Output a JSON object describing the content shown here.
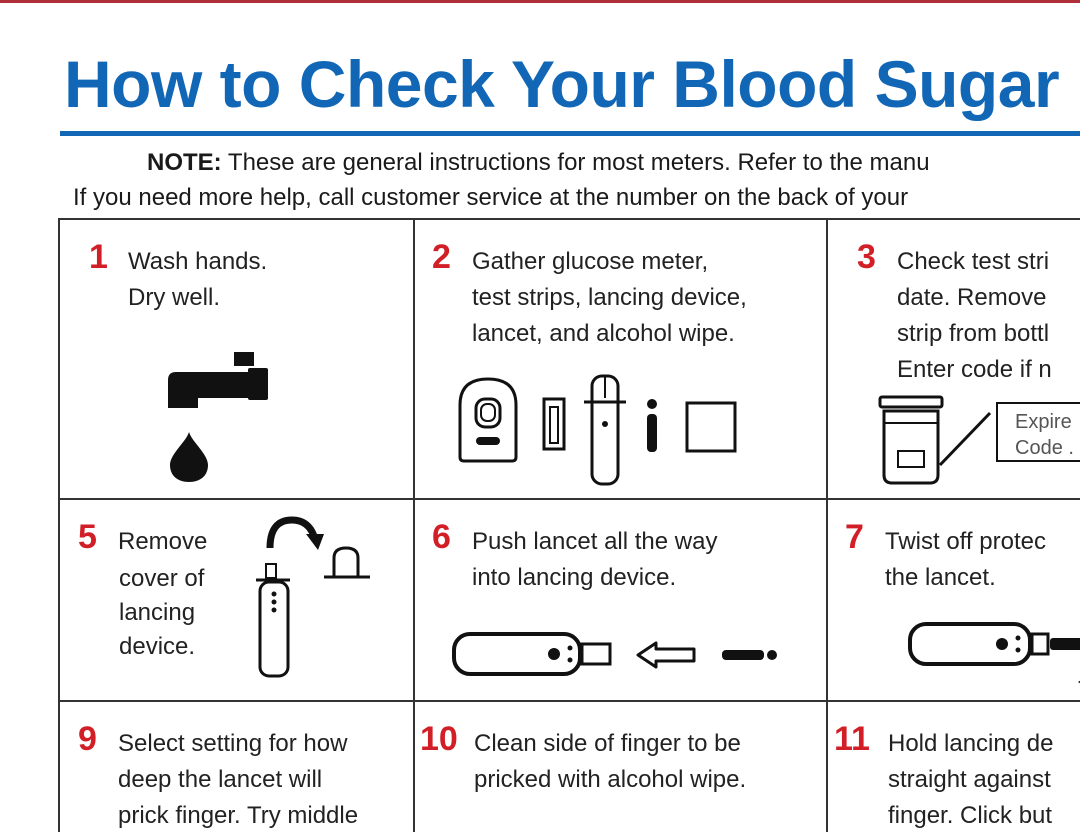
{
  "title": "How to Check Your Blood Sugar",
  "note": {
    "label": "NOTE:",
    "line1_rest": " These are general instructions for most meters. Refer to the manu",
    "line2": "If you need more help, call customer service at the number on the back of your"
  },
  "steps": [
    {
      "num": "1",
      "lines": [
        "Wash hands.",
        "Dry well."
      ]
    },
    {
      "num": "2",
      "lines": [
        "Gather glucose meter,",
        "test strips, lancing device,",
        "lancet, and alcohol wipe."
      ]
    },
    {
      "num": "3",
      "lines": [
        "Check test stri",
        "date. Remove",
        "strip from bottl",
        "Enter code if n"
      ]
    },
    {
      "num": "5",
      "lines": [
        "Remove",
        "cover of",
        "lancing",
        "device."
      ]
    },
    {
      "num": "6",
      "lines": [
        "Push lancet all the way",
        "into lancing device."
      ]
    },
    {
      "num": "7",
      "lines": [
        "Twist off protec",
        "the lancet."
      ]
    },
    {
      "num": "9",
      "lines": [
        "Select setting for how",
        "deep the lancet will",
        "prick finger. Try middle"
      ]
    },
    {
      "num": "10",
      "lines": [
        "Clean side of finger to be",
        "pricked with alcohol wipe."
      ]
    },
    {
      "num": "11",
      "lines": [
        "Hold lancing de",
        "straight against",
        "finger. Click but"
      ]
    }
  ],
  "bottle_label": {
    "line1": "Expire",
    "line2": "Code ."
  },
  "icons": [
    "faucet-icon",
    "water-drop-icon",
    "glucose-meter-icon",
    "test-strip-icon",
    "lancing-device-icon",
    "lancet-icon",
    "alcohol-wipe-icon",
    "test-strip-bottle-icon",
    "curved-arrow-icon",
    "lancing-cap-icon",
    "left-arrow-icon"
  ],
  "colors": {
    "title": "#1167b6",
    "step_number": "#d21e26",
    "top_bar": "#b0303a"
  }
}
